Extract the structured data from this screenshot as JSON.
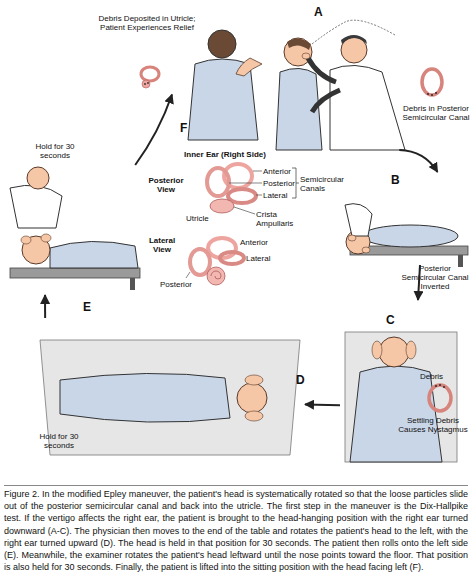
{
  "diagram": {
    "caption": "Figure 2. In the modified Epley maneuver, the patient's head is systematically rotated so that the loose particles slide out of the posterior semicircular canal and back into the utricle. The first step in the maneuver is the Dix-Hallpike test. If the vertigo affects the right ear, the patient is brought to the head-hanging position with the right ear turned downward (A-C). The physician then moves to the end of the table and rotates the patient's head to the left, with the right ear turned upward (D). The head is held in that position for 30 seconds. The patient then rolls onto the left side (E). Meanwhile, the examiner rotates the patient's head leftward until the nose points toward the floor. That position is also held for 30 seconds. Finally, the patient is lifted into the sitting position with the head facing left (F).",
    "nodes": [
      {
        "text": [
          "A"
        ]
      },
      {
        "text": [
          "B"
        ]
      },
      {
        "text": [
          "C"
        ]
      },
      {
        "text": [
          "D"
        ]
      },
      {
        "text": [
          "E"
        ]
      },
      {
        "text": [
          "F"
        ]
      }
    ],
    "edges": [
      {
        "from": 0,
        "to": 1,
        "arrow": "to"
      },
      {
        "from": 1,
        "to": 2,
        "arrow": "to"
      },
      {
        "from": 2,
        "to": 3,
        "arrow": "to"
      },
      {
        "from": 3,
        "to": 4,
        "arrow": "to"
      },
      {
        "from": 4,
        "to": 5,
        "arrow": "to"
      }
    ],
    "labels": [
      "Debris Deposited in Utricle; Patient Experiences Relief",
      "Debris in Posterior Semicircular Canal",
      "Inner Ear (Right Side)",
      "Posterior View",
      "Anterior",
      "Posterior",
      "Lateral",
      "Semicircular Canals",
      "Utricle",
      "Crista Ampullaris",
      "Lateral View",
      "Anterior",
      "Lateral",
      "Posterior",
      "Hold for 30 seconds",
      "Posterior Semicircular Canal Inverted",
      "Debris",
      "Settling Debris Causes Nystagmus",
      "Hold for 30 seconds"
    ]
  }
}
